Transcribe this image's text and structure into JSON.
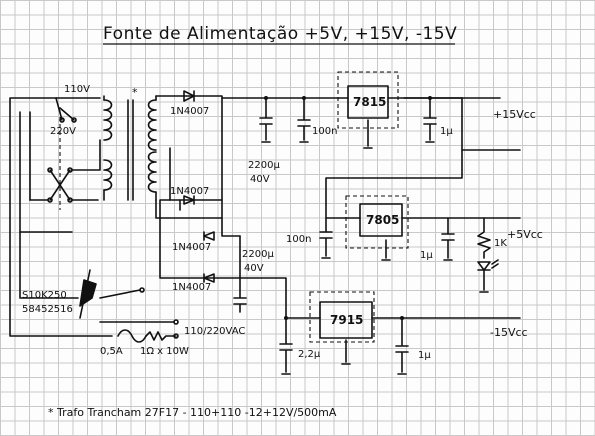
{
  "title": "Fonte de Alimentação +5V, +15V, -15V",
  "transformer": {
    "marker": "*",
    "tap_110": "110V",
    "tap_220": "220V"
  },
  "diodes": [
    "1N4007",
    "1N4007",
    "1N4007",
    "1N4007"
  ],
  "caps": {
    "c_main_pos": "2200μ",
    "c_main_pos_v": "40V",
    "c_100n_a": "100n",
    "c_1u_15": "1μ",
    "c_100n_b": "100n",
    "c_1u_5": "1μ",
    "c_main_neg": "2200μ",
    "c_main_neg_v": "40V",
    "c_22u": "2,2μ",
    "c_1u_neg": "1μ"
  },
  "regulators": {
    "pos15": "7815",
    "pos5": "7805",
    "neg15": "7915"
  },
  "outputs": {
    "pos15": "+15Vcc",
    "pos5": "+5Vcc",
    "neg15": "-15Vcc"
  },
  "resistor_led": "1K",
  "varistor": {
    "line1": "S10K250",
    "line2": "58452516"
  },
  "fuse": "0,5A",
  "resistor_in": "1Ω x 10W",
  "mains": "110/220VAC",
  "footnote": "* Trafo Trancham 27F17 - 110+110 -12+12V/500mA"
}
